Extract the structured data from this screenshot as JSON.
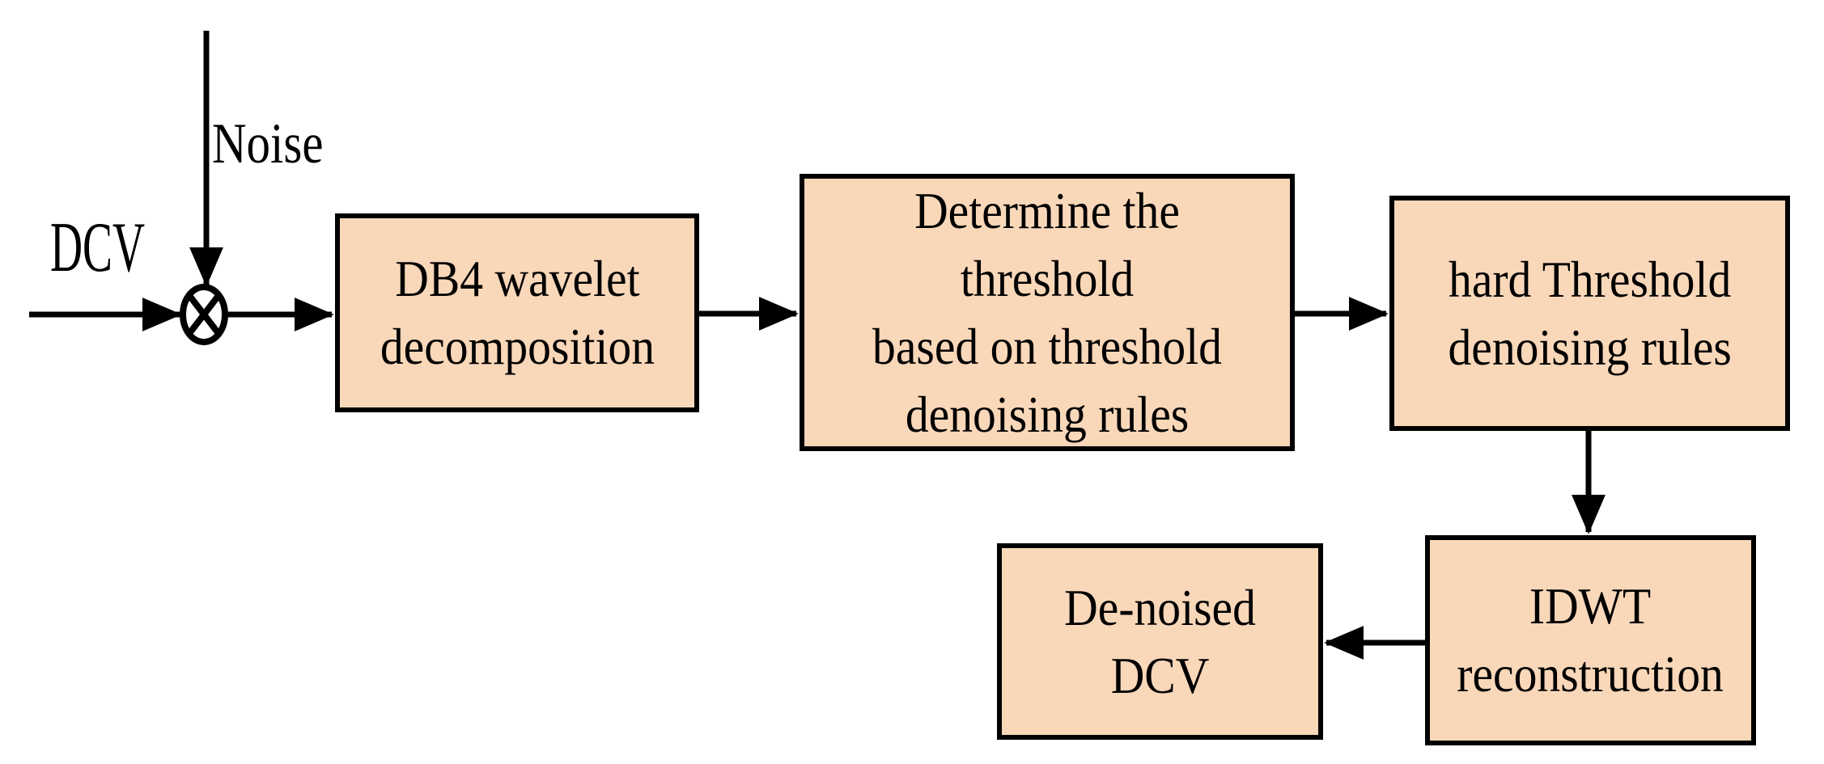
{
  "figure": {
    "colors": {
      "background": "#FFFFFF",
      "node_fill": "#F9D7B9",
      "node_border": "#000000",
      "line": "#000000",
      "text": "#000000"
    }
  },
  "labels": {
    "input": "DCV",
    "noise": "Noise"
  },
  "mixer": {
    "symbol": "⊗"
  },
  "nodes": {
    "db4": {
      "label": "DB4 wavelet\ndecomposition"
    },
    "determine": {
      "label": "Determine the threshold\nbased on threshold\ndenoising rules"
    },
    "hard": {
      "label": "hard Threshold\ndenoising rules"
    },
    "idwt": {
      "label": "IDWT\nreconstruction"
    },
    "denoised": {
      "label": "De-noised\nDCV"
    }
  },
  "edges": [
    "DCV → mixer",
    "Noise → mixer",
    "mixer → DB4 wavelet decomposition",
    "DB4 wavelet decomposition → Determine the threshold based on threshold denoising rules",
    "Determine the threshold based on threshold denoising rules → hard Threshold denoising rules",
    "hard Threshold denoising rules → IDWT reconstruction",
    "IDWT reconstruction → De-noised DCV"
  ]
}
